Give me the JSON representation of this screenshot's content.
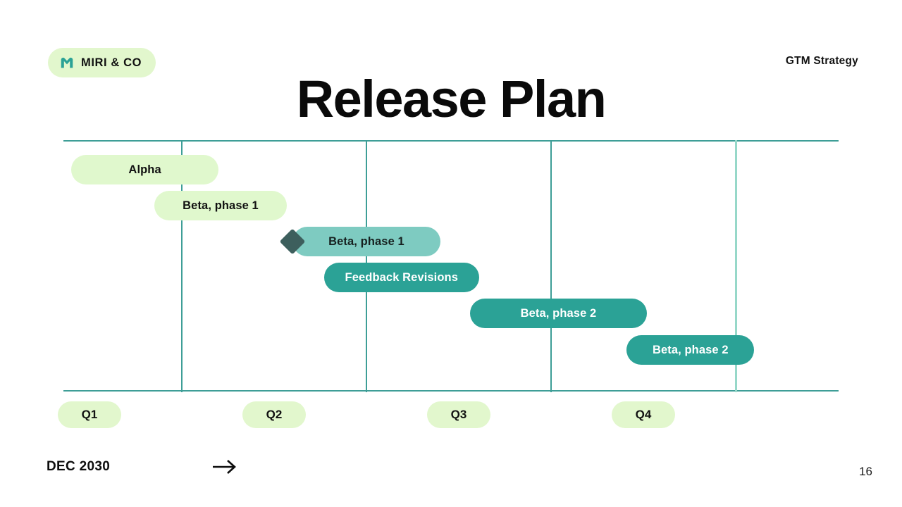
{
  "brand": {
    "name": "MIRI & CO",
    "logo_icon": "m-monogram-icon",
    "pill_color": "#e2f7cd",
    "mark_color": "#2ba296"
  },
  "header": {
    "kicker": "GTM Strategy",
    "title": "Release Plan"
  },
  "footer": {
    "date": "DEC 2030",
    "arrow_icon": "arrow-right-icon",
    "page_number": "16"
  },
  "chart_data": {
    "type": "bar",
    "title": "Release Plan",
    "orientation": "horizontal-gantt",
    "xlabel": "",
    "ylabel": "",
    "grid": true,
    "legend": false,
    "categories": [
      "Q1",
      "Q2",
      "Q3",
      "Q4"
    ],
    "axis_color": "#3e9e97",
    "tick_labels": [
      "Q1",
      "Q2",
      "Q3",
      "Q4"
    ],
    "tasks": [
      {
        "label": "Alpha",
        "start_q": 0.4,
        "end_q": 1.2,
        "tone": "pale",
        "color": "#e0f8cd",
        "text_color": "#111111",
        "milestone": false
      },
      {
        "label": "Beta, phase 1",
        "start_q": 0.85,
        "end_q": 1.57,
        "tone": "pale",
        "color": "#e0f8cd",
        "text_color": "#111111",
        "milestone": false
      },
      {
        "label": "Beta, phase 1",
        "start_q": 1.6,
        "end_q": 2.4,
        "tone": "mid",
        "color": "#7ecbc1",
        "text_color": "#16201f",
        "milestone": true
      },
      {
        "label": "Feedback Revisions",
        "start_q": 1.77,
        "end_q": 2.61,
        "tone": "deep",
        "color": "#2ba296",
        "text_color": "#ffffff",
        "milestone": false
      },
      {
        "label": "Beta, phase 2",
        "start_q": 2.56,
        "end_q": 3.52,
        "tone": "deep",
        "color": "#2ba296",
        "text_color": "#ffffff",
        "milestone": false
      },
      {
        "label": "Beta, phase 2",
        "start_q": 3.41,
        "end_q": 4.1,
        "tone": "deep",
        "color": "#2ba296",
        "text_color": "#ffffff",
        "milestone": false
      }
    ],
    "milestone_color": "#3d5f5d"
  }
}
